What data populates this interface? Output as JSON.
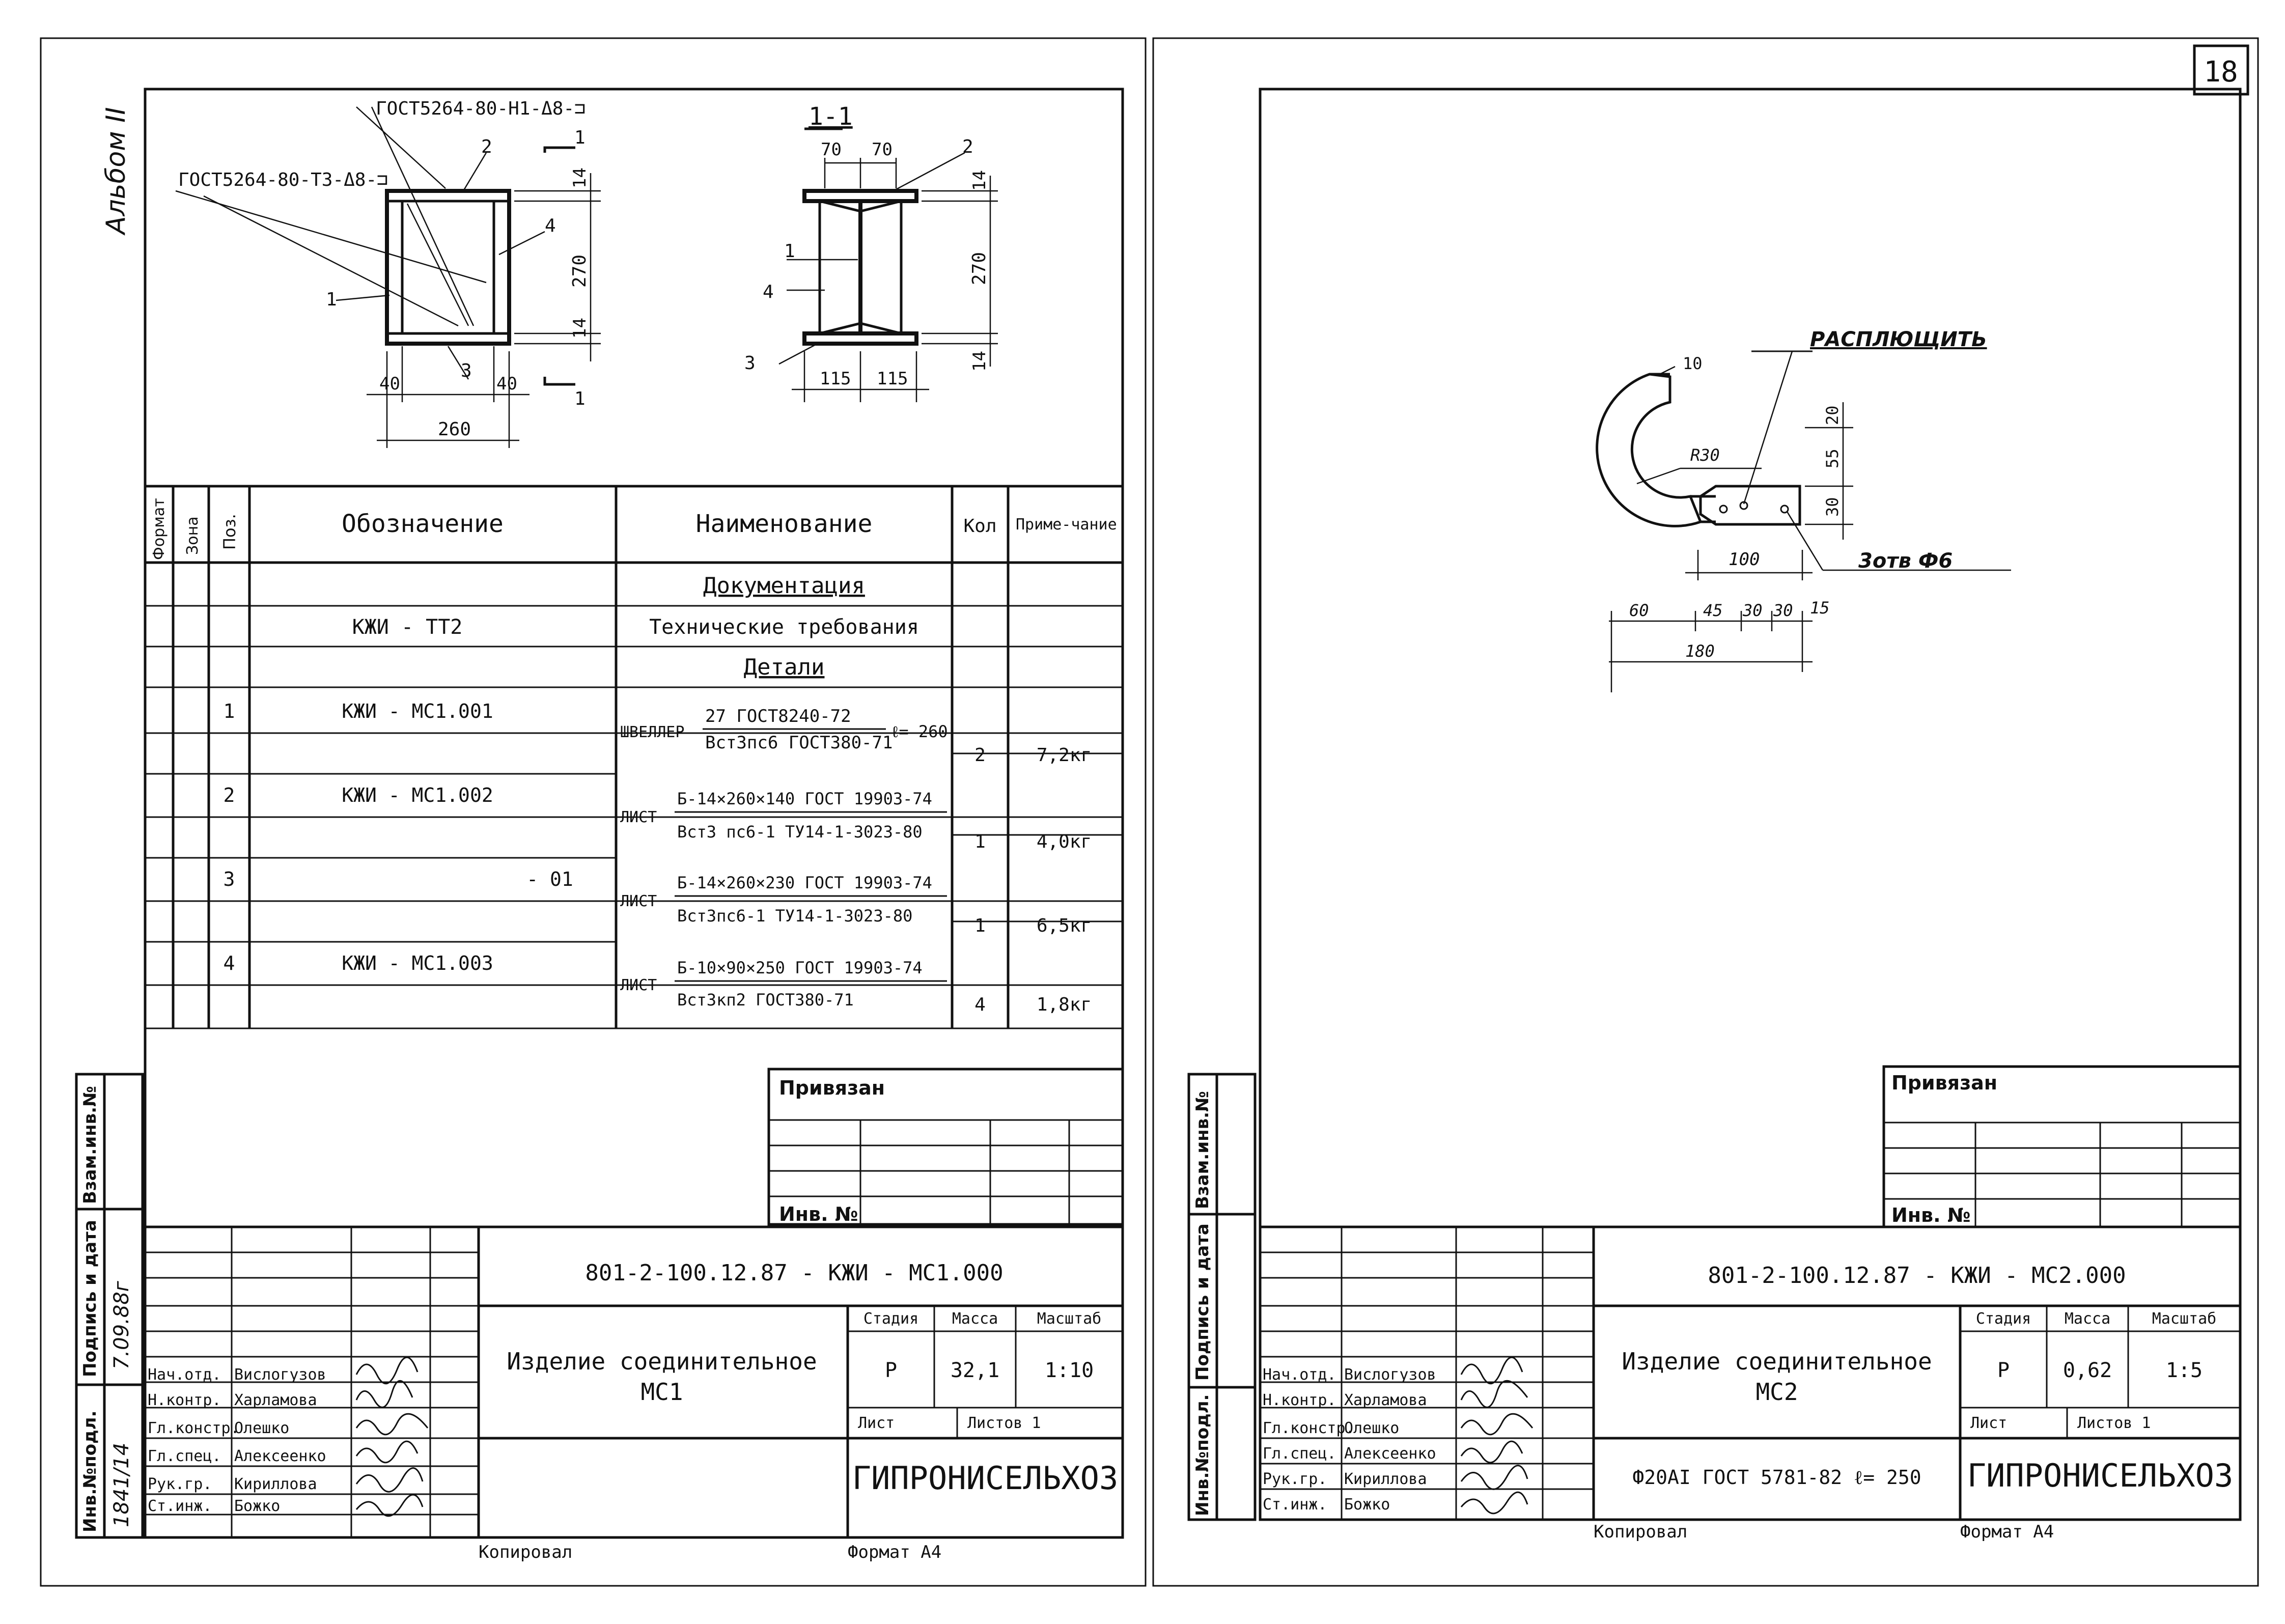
{
  "sheet_number": "18",
  "album_label": "Альбом II",
  "left": {
    "drawing1": {
      "weld_top": "ГОСТ5264-80-Н1-Δ8-⊐",
      "weld_left": "ГОСТ5264-80-Т3-Δ8-⊐",
      "pos_1": "1",
      "pos_2": "2",
      "pos_3": "3",
      "pos_4": "4",
      "dim_14a": "14",
      "dim_270": "270",
      "dim_14b": "14",
      "dim_40a": "40",
      "dim_40b": "40",
      "dim_260": "260",
      "cut_1a": "1",
      "cut_1b": "1"
    },
    "section": {
      "title": "1-1",
      "dim_70a": "70",
      "dim_70b": "70",
      "dim_14a": "14",
      "dim_270": "270",
      "dim_14b": "14",
      "dim_115a": "115",
      "dim_115b": "115",
      "pos_1": "1",
      "pos_2": "2",
      "pos_3": "3",
      "pos_4": "4"
    },
    "spec": {
      "headers": {
        "format": "Формат",
        "zone": "Зона",
        "pos": "Поз.",
        "designation": "Обозначение",
        "name": "Наименование",
        "qty": "Кол",
        "note": "Приме-чание"
      },
      "section_docs": "Документация",
      "doc_code": "КЖИ - ТТ2",
      "doc_name": "Технические требования",
      "section_details": "Детали",
      "rows": [
        {
          "pos": "1",
          "code": "КЖИ - МС1.001",
          "mat": "ШВЕЛЛЕР",
          "num": "27 ГОСТ8240-72",
          "den": "Вст3пс6 ГОСТ380-71",
          "extra": "ℓ= 260",
          "qty": "2",
          "mass": "7,2кг"
        },
        {
          "pos": "2",
          "code": "КЖИ - МС1.002",
          "mat": "ЛИСТ",
          "num": "Б-14×260×140 ГОСТ 19903-74",
          "den": "Вст3 пс6-1 ТУ14-1-3023-80",
          "extra": "",
          "qty": "1",
          "mass": "4,0кг"
        },
        {
          "pos": "3",
          "code": "- 01",
          "mat": "ЛИСТ",
          "num": "Б-14×260×230 ГОСТ 19903-74",
          "den": "Вст3пс6-1 ТУ14-1-3023-80",
          "extra": "",
          "qty": "1",
          "mass": "6,5кг"
        },
        {
          "pos": "4",
          "code": "КЖИ - МС1.003",
          "mat": "ЛИСТ",
          "num": "Б-10×90×250 ГОСТ 19903-74",
          "den": "Вст3кп2 ГОСТ380-71",
          "extra": "",
          "qty": "4",
          "mass": "1,8кг"
        }
      ]
    },
    "privyazan": "Привязан",
    "inv_no": "Инв. №",
    "stamp": {
      "code": "801-2-100.12.87 - КЖИ - МС1.000",
      "title_line1": "Изделие соединительное",
      "title_line2": "МС1",
      "h_stage": "Стадия",
      "h_mass": "Масса",
      "h_scale": "Масштаб",
      "stage": "Р",
      "mass": "32,1",
      "scale": "1:10",
      "sheet": "Лист",
      "sheets": "Листов 1",
      "org": "ГИПРОНИСЕЛЬХОЗ",
      "roles": [
        "Нач.отд.",
        "Н.контр.",
        "Гл.констр.",
        "Гл.спец.",
        "Рук.гр.",
        "Ст.инж."
      ],
      "names": [
        "Вислогузов",
        "Харламова",
        "Олешко",
        "Алексеенко",
        "Кириллова",
        "Божко"
      ]
    },
    "copied": "Копировал",
    "format": "Формат А4"
  },
  "left_margin": {
    "inv_podl": "Инв.№подл.",
    "podpis": "Подпись и дата",
    "vzam": "Взам.инв.№",
    "hand_num": "1841/14",
    "hand_date": "7.09.88г"
  },
  "right": {
    "drawing": {
      "flatten_label": "РАСПЛЮЩИТЬ",
      "holes": "3отв Ф6",
      "dim_10": "10",
      "dim_r30": "R30",
      "dim_20": "20",
      "dim_55": "55",
      "dim_30v": "30",
      "dim_100": "100",
      "dim_60": "60",
      "dim_45": "45",
      "dim_30a": "30",
      "dim_30b": "30",
      "dim_15": "15",
      "dim_180": "180"
    },
    "privyazan": "Привязан",
    "inv_no": "Инв. №",
    "stamp": {
      "code": "801-2-100.12.87 - КЖИ - МС2.000",
      "title_line1": "Изделие соединительное",
      "title_line2": "МС2",
      "material": "Ф20АI ГОСТ 5781-82  ℓ= 250",
      "h_stage": "Стадия",
      "h_mass": "Масса",
      "h_scale": "Масштаб",
      "stage": "Р",
      "mass": "0,62",
      "scale": "1:5",
      "sheet": "Лист",
      "sheets": "Листов 1",
      "org": "ГИПРОНИСЕЛЬХОЗ",
      "roles": [
        "Нач.отд.",
        "Н.контр.",
        "Гл.констр.",
        "Гл.спец.",
        "Рук.гр.",
        "Ст.инж."
      ],
      "names": [
        "Вислогузов",
        "Харламова",
        "Олешко",
        "Алексеенко",
        "Кириллова",
        "Божко"
      ]
    },
    "copied": "Копировал",
    "format": "Формат А4"
  },
  "right_margin": {
    "inv_podl": "Инв.№подл.",
    "podpis": "Подпись и дата",
    "vzam": "Взам.инв.№"
  }
}
